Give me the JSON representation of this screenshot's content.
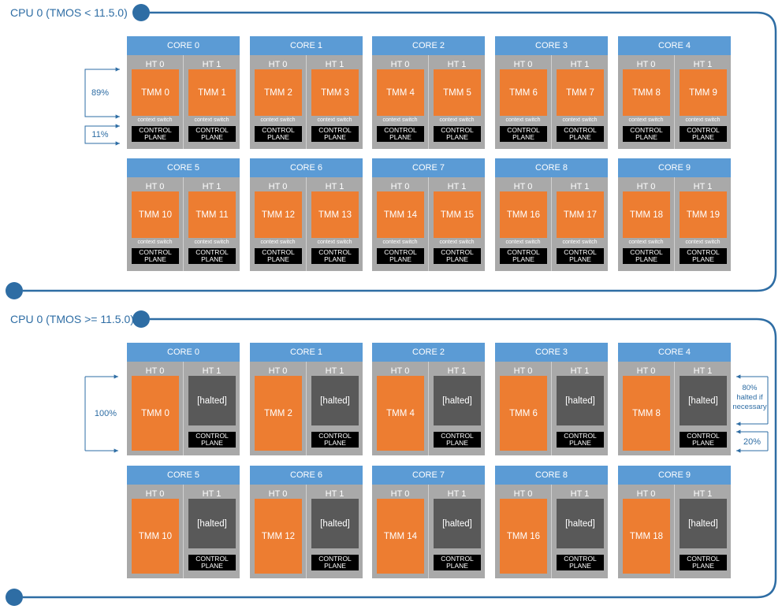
{
  "colors": {
    "line": "#2e6da4",
    "core_header": "#5b9bd5",
    "core_body": "#a9a9a9",
    "tmm": "#ed7d31",
    "halted": "#595959",
    "control_plane": "#000000"
  },
  "sections": [
    {
      "label": "CPU 0 (TMOS < 11.5.0)",
      "mode": "legacy",
      "cores": [
        {
          "name": "CORE 0",
          "ht0": {
            "label": "HT 0",
            "tmm": "TMM 0"
          },
          "ht1": {
            "label": "HT 1",
            "tmm": "TMM 1"
          }
        },
        {
          "name": "CORE 1",
          "ht0": {
            "label": "HT 0",
            "tmm": "TMM 2"
          },
          "ht1": {
            "label": "HT 1",
            "tmm": "TMM 3"
          }
        },
        {
          "name": "CORE 2",
          "ht0": {
            "label": "HT 0",
            "tmm": "TMM 4"
          },
          "ht1": {
            "label": "HT 1",
            "tmm": "TMM 5"
          }
        },
        {
          "name": "CORE 3",
          "ht0": {
            "label": "HT 0",
            "tmm": "TMM 6"
          },
          "ht1": {
            "label": "HT 1",
            "tmm": "TMM 7"
          }
        },
        {
          "name": "CORE 4",
          "ht0": {
            "label": "HT 0",
            "tmm": "TMM 8"
          },
          "ht1": {
            "label": "HT 1",
            "tmm": "TMM 9"
          }
        },
        {
          "name": "CORE 5",
          "ht0": {
            "label": "HT 0",
            "tmm": "TMM 10"
          },
          "ht1": {
            "label": "HT 1",
            "tmm": "TMM 11"
          }
        },
        {
          "name": "CORE 6",
          "ht0": {
            "label": "HT 0",
            "tmm": "TMM 12"
          },
          "ht1": {
            "label": "HT 1",
            "tmm": "TMM 13"
          }
        },
        {
          "name": "CORE 7",
          "ht0": {
            "label": "HT 0",
            "tmm": "TMM 14"
          },
          "ht1": {
            "label": "HT 1",
            "tmm": "TMM 15"
          }
        },
        {
          "name": "CORE 8",
          "ht0": {
            "label": "HT 0",
            "tmm": "TMM 16"
          },
          "ht1": {
            "label": "HT 1",
            "tmm": "TMM 17"
          }
        },
        {
          "name": "CORE 9",
          "ht0": {
            "label": "HT 0",
            "tmm": "TMM 18"
          },
          "ht1": {
            "label": "HT 1",
            "tmm": "TMM 19"
          }
        }
      ],
      "context_switch_label": "context switch",
      "control_plane_label": "CONTROL PLANE",
      "left_percentages": [
        "89%",
        "11%"
      ]
    },
    {
      "label": "CPU 0 (TMOS >= 11.5.0)",
      "mode": "halted",
      "cores": [
        {
          "name": "CORE 0",
          "ht0": {
            "label": "HT 0",
            "tmm": "TMM 0"
          },
          "ht1": {
            "label": "HT 1",
            "state": "[halted]"
          }
        },
        {
          "name": "CORE 1",
          "ht0": {
            "label": "HT 0",
            "tmm": "TMM 2"
          },
          "ht1": {
            "label": "HT 1",
            "state": "[halted]"
          }
        },
        {
          "name": "CORE 2",
          "ht0": {
            "label": "HT 0",
            "tmm": "TMM 4"
          },
          "ht1": {
            "label": "HT 1",
            "state": "[halted]"
          }
        },
        {
          "name": "CORE 3",
          "ht0": {
            "label": "HT 0",
            "tmm": "TMM 6"
          },
          "ht1": {
            "label": "HT 1",
            "state": "[halted]"
          }
        },
        {
          "name": "CORE 4",
          "ht0": {
            "label": "HT 0",
            "tmm": "TMM 8"
          },
          "ht1": {
            "label": "HT 1",
            "state": "[halted]"
          }
        },
        {
          "name": "CORE 5",
          "ht0": {
            "label": "HT 0",
            "tmm": "TMM 10"
          },
          "ht1": {
            "label": "HT 1",
            "state": "[halted]"
          }
        },
        {
          "name": "CORE 6",
          "ht0": {
            "label": "HT 0",
            "tmm": "TMM 12"
          },
          "ht1": {
            "label": "HT 1",
            "state": "[halted]"
          }
        },
        {
          "name": "CORE 7",
          "ht0": {
            "label": "HT 0",
            "tmm": "TMM 14"
          },
          "ht1": {
            "label": "HT 1",
            "state": "[halted]"
          }
        },
        {
          "name": "CORE 8",
          "ht0": {
            "label": "HT 0",
            "tmm": "TMM 16"
          },
          "ht1": {
            "label": "HT 1",
            "state": "[halted]"
          }
        },
        {
          "name": "CORE 9",
          "ht0": {
            "label": "HT 0",
            "tmm": "TMM 18"
          },
          "ht1": {
            "label": "HT 1",
            "state": "[halted]"
          }
        }
      ],
      "control_plane_label": "CONTROL PLANE",
      "left_percentages": [
        "100%"
      ],
      "right_percentages": [
        "80% halted if necessary",
        "20%"
      ]
    }
  ]
}
